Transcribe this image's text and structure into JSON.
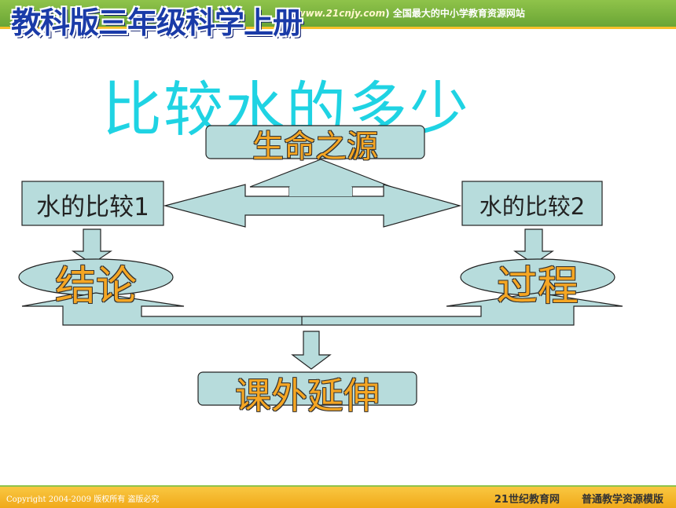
{
  "header": {
    "banner_title": "教科版三年级科学上册",
    "site_prefix": "(",
    "site_url": "www.21cnjy.com",
    "site_suffix": ") 全国最大的中小学教育资源网站"
  },
  "slide": {
    "title": "比较水的多少",
    "nodes": {
      "top": "生命之源",
      "left": "水的比较1",
      "right": "水的比较2",
      "conclusion": "结论",
      "process": "过程",
      "bottom": "课外延伸"
    }
  },
  "footer": {
    "copyright": "Copyright 2004-2009 版权所有 盗版必究",
    "brand_a": "21世纪教育网",
    "brand_b": "普通教学资源模版"
  },
  "colors": {
    "arrow_fill": "#b7dcdc",
    "box_fill": "#b7dcdc",
    "title_color": "#1fd3e3",
    "orange_text": "#f5a623"
  }
}
